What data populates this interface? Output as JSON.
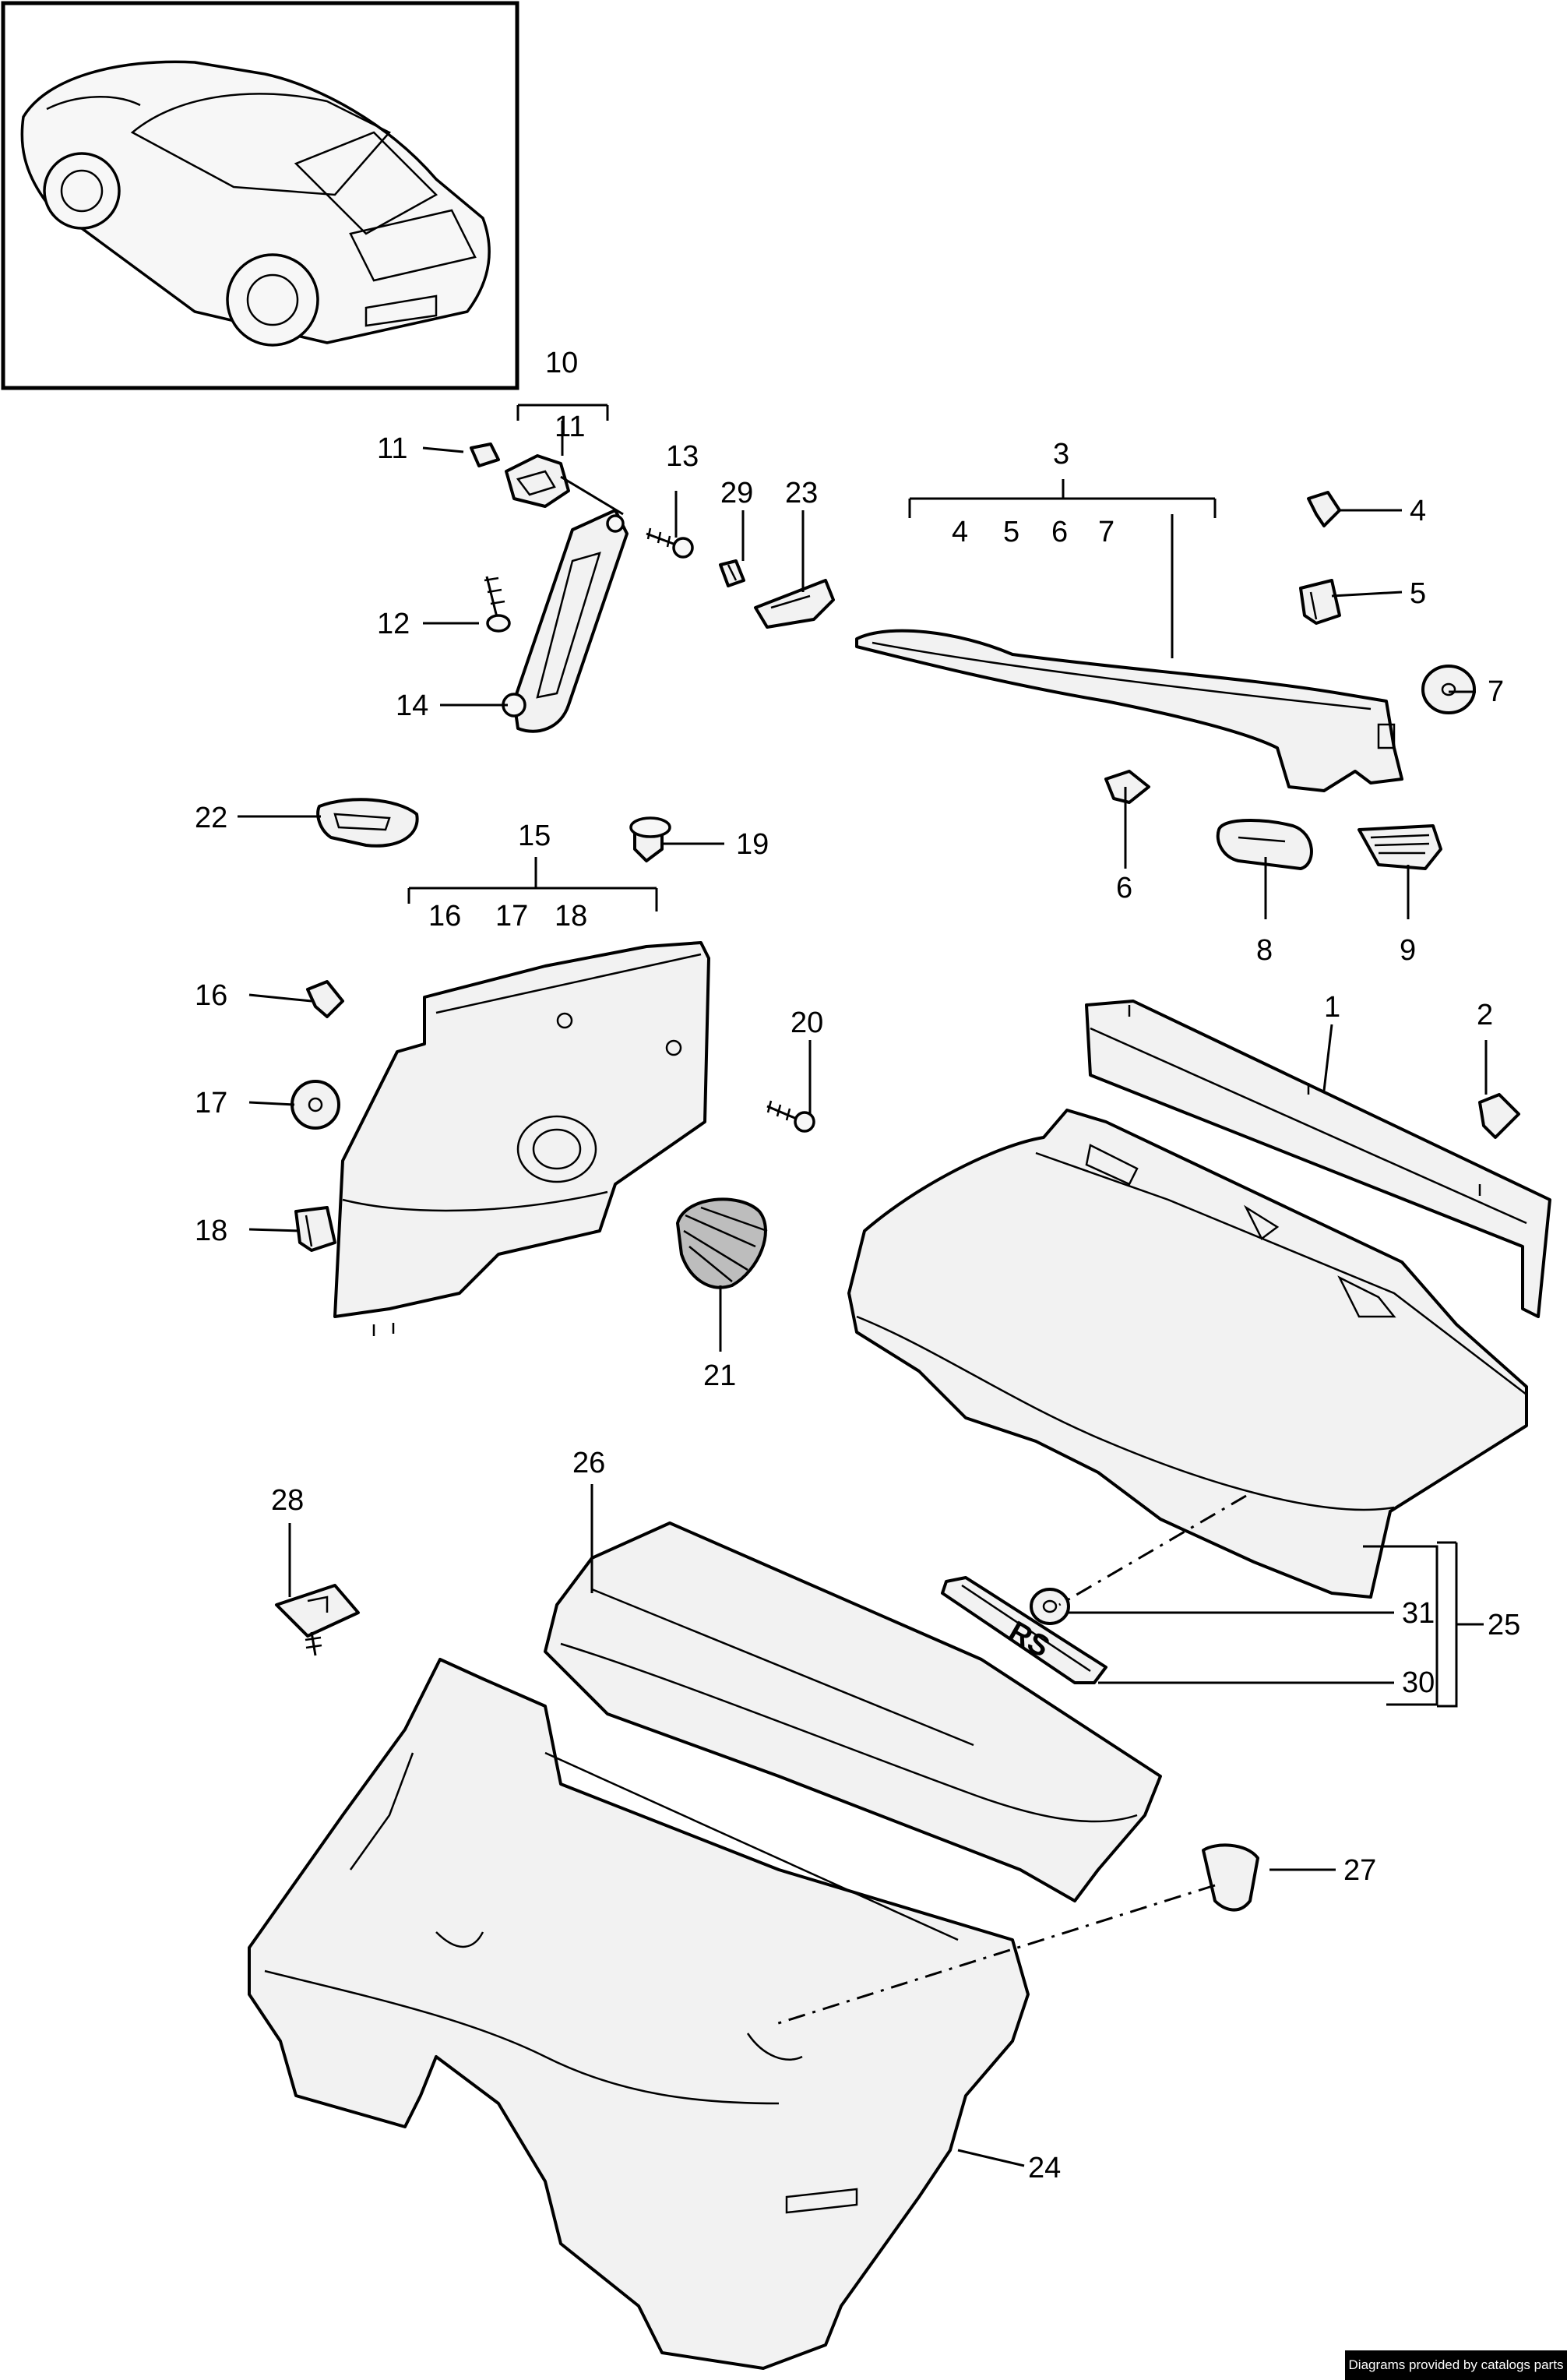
{
  "callouts": {
    "n1": "1",
    "n2": "2",
    "n3": "3",
    "n4": "4",
    "n5": "5",
    "n6": "6",
    "n7": "7",
    "n8": "8",
    "n9": "9",
    "n10": "10",
    "n11": "11",
    "n12": "12",
    "n13": "13",
    "n14": "14",
    "n15": "15",
    "n16": "16",
    "n17": "17",
    "n18": "18",
    "n19": "19",
    "n20": "20",
    "n21": "21",
    "n22": "22",
    "n23": "23",
    "n24": "24",
    "n25": "25",
    "n26": "26",
    "n27": "27",
    "n28": "28",
    "n29": "29",
    "n30": "30",
    "n31": "31"
  },
  "groups": {
    "g3": [
      "4",
      "5",
      "6",
      "7"
    ],
    "g10": [
      "11"
    ],
    "g15": [
      "16",
      "17",
      "18"
    ]
  },
  "badge_text": "RS",
  "credit": "Diagrams provided by catalogs parts",
  "colors": {
    "line": "#000000",
    "background": "#ffffff",
    "part_fill": "#f2f2f2"
  }
}
